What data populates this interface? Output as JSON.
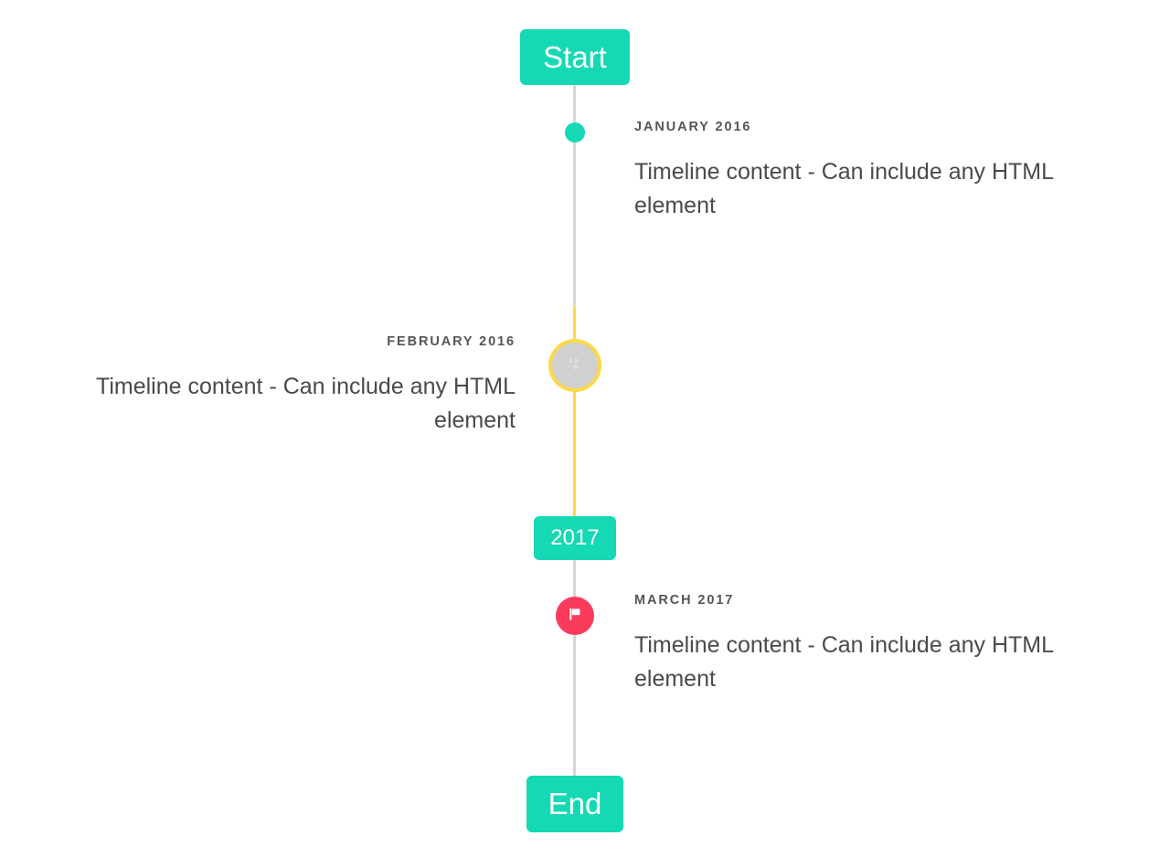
{
  "timeline": {
    "line_color": "#d6d6d6",
    "highlight_line_color": "#fcd949",
    "accent_color": "#14d9b4",
    "alert_color": "#fb3b5c",
    "start_badge": {
      "label": "Start"
    },
    "year_badge": {
      "label": "2017"
    },
    "end_badge": {
      "label": "End"
    },
    "entries": [
      {
        "date": "January 2016",
        "body": "Timeline content - Can include any HTML element",
        "side": "right",
        "marker": "dot-marker",
        "marker_color": "#14d9b4"
      },
      {
        "date": "February 2016",
        "body": "Timeline content - Can include any HTML element",
        "side": "left",
        "marker": "ring-marker",
        "marker_color": "#d0d0d0",
        "marker_ring_color": "#fcd949"
      },
      {
        "date": "March 2017",
        "body": "Timeline content - Can include any HTML element",
        "side": "right",
        "marker": "flag-marker",
        "marker_color": "#fb3b5c"
      }
    ]
  }
}
